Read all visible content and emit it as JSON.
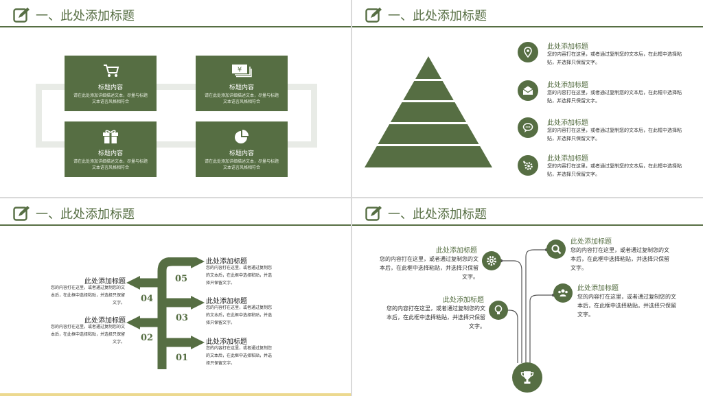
{
  "slide_title": "一、此处添加标题",
  "slide1": {
    "boxes": [
      {
        "icon": "shopping-cart-icon",
        "title": "标题内容",
        "desc": "请在此处添加详细描述文本，尽量与标题文本语言风格相符合"
      },
      {
        "icon": "money-icon",
        "title": "标题内容",
        "desc": "请在此处添加详细描述文本，尽量与标题文本语言风格相符合"
      },
      {
        "icon": "gift-icon",
        "title": "标题内容",
        "desc": "请在此处添加详细描述文本，尽量与标题文本语言风格相符合"
      },
      {
        "icon": "pie-chart-icon",
        "title": "标题内容",
        "desc": "请在此处添加详细描述文本，尽量与标题文本语言风格相符合"
      }
    ]
  },
  "slide2": {
    "items": [
      {
        "icon": "location-pin-icon",
        "title": "此处添加标题",
        "desc": "您的内容打在这里，或者通过复制您的文本后，在此框中选择粘贴，并选择只保留文字。"
      },
      {
        "icon": "envelope-icon",
        "title": "此处添加标题",
        "desc": "您的内容打在这里，或者通过复制您的文本后，在此框中选择粘贴，并选择只保留文字。"
      },
      {
        "icon": "chat-icon",
        "title": "此处添加标题",
        "desc": "您的内容打在这里，或者通过复制您的文本后，在此框中选择粘贴，并选择只保留文字。"
      },
      {
        "icon": "settings-icon",
        "title": "此处添加标题",
        "desc": "您的内容打在这里，或者通过复制您的文本后，在此框中选择粘贴，并选择只保留文字。"
      }
    ]
  },
  "slide3": {
    "numbers": [
      "05",
      "04",
      "03",
      "02",
      "01"
    ],
    "right_items": [
      {
        "title": "此处添加标题",
        "desc": "您的内容打在这里，或者通过复制您的文本后，在此框中选择粘贴，并选择只保留文字。"
      },
      {
        "title": "此处添加标题",
        "desc": "您的内容打在这里，或者通过复制您的文本后，在此框中选择粘贴，并选择只保留文字。"
      },
      {
        "title": "此处添加标题",
        "desc": "您的内容打在这里，或者通过复制您的文本后，在此框中选择粘贴，并选择只保留文字。"
      }
    ],
    "left_items": [
      {
        "title": "此处添加标题",
        "desc": "您的内容打在这里，或者通过复制您的文本后，在此框中选择粘贴，并选择只保留文字。"
      },
      {
        "title": "此处添加标题",
        "desc": "您的内容打在这里，或者通过复制您的文本后，在此框中选择粘贴，并选择只保留文字。"
      }
    ]
  },
  "slide4": {
    "items": [
      {
        "icon": "gear-icon",
        "title": "此处添加标题",
        "desc": "您的内容打在这里，或者通过复制您的文本后，在此框中选择粘贴，并选择只保留文字。"
      },
      {
        "icon": "lightbulb-icon",
        "title": "此处添加标题",
        "desc": "您的内容打在这里，或者通过复制您的文本后，在此框中选择粘贴，并选择只保留文字。"
      },
      {
        "icon": "search-icon",
        "title": "此处添加标题",
        "desc": "您的内容打在这里，或者通过复制您的文本后，在此框中选择粘贴，并选择只保留文字。"
      },
      {
        "icon": "people-icon",
        "title": "此处添加标题",
        "desc": "您的内容打在这里，或者通过复制您的文本后，在此框中选择粘贴，并选择只保留文字。"
      }
    ],
    "center_icon": "trophy-icon"
  },
  "colors": {
    "primary": "#566e43",
    "light": "#e8ebe6",
    "accent_bar": "#ecd98f"
  }
}
